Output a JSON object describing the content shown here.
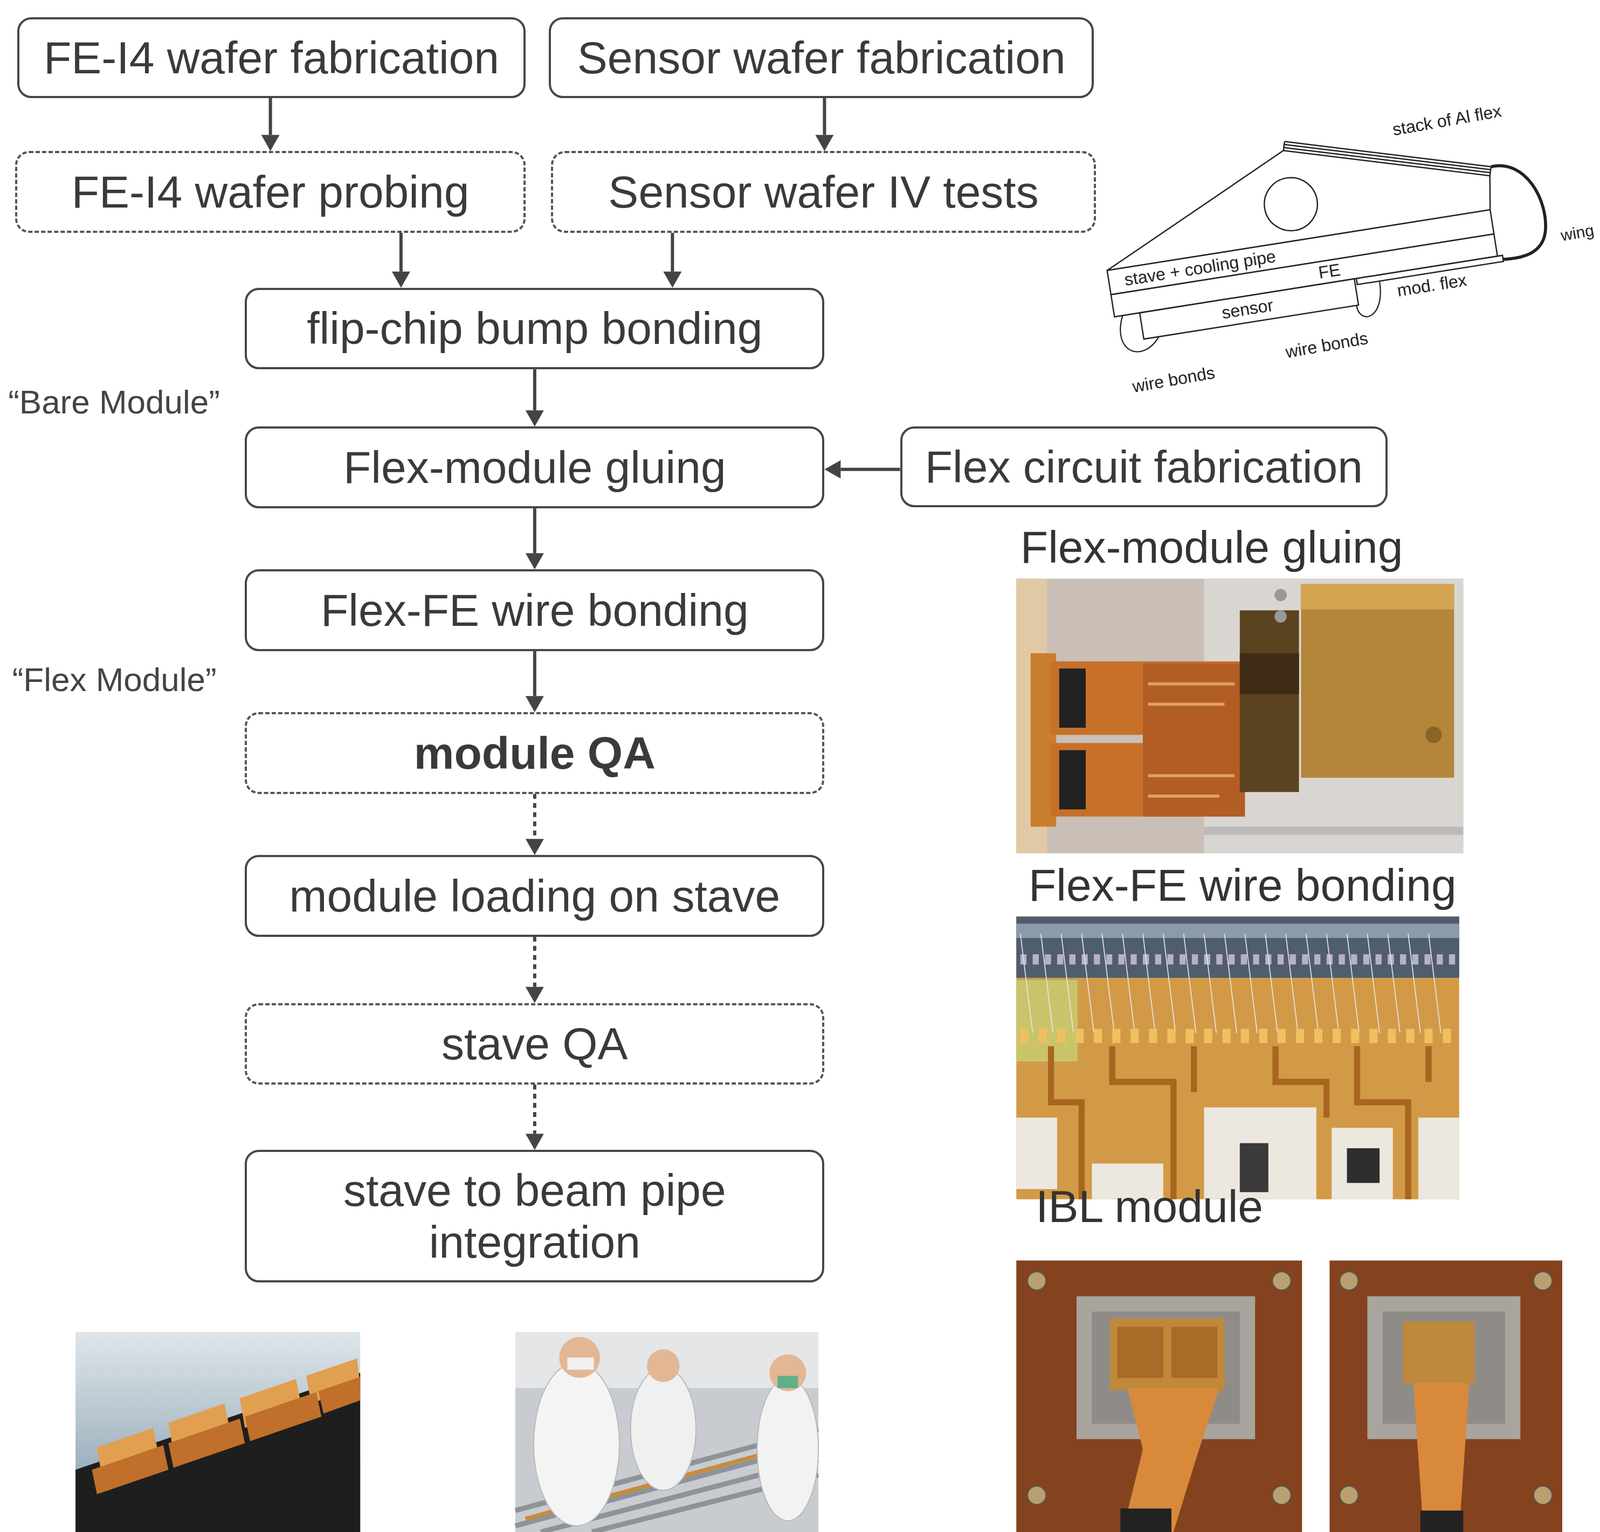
{
  "diagram": {
    "nodes": [
      {
        "text": [
          "FE-I4 wafer fabrication"
        ]
      },
      {
        "text": [
          "Sensor wafer fabrication"
        ]
      },
      {
        "text": [
          "FE-I4 wafer probing"
        ]
      },
      {
        "text": [
          "Sensor wafer IV tests"
        ]
      },
      {
        "text": [
          "flip-chip bump bonding"
        ]
      },
      {
        "text": [
          "Flex-module gluing"
        ]
      },
      {
        "text": [
          "Flex circuit fabrication"
        ]
      },
      {
        "text": [
          "Flex-FE wire bonding"
        ]
      },
      {
        "text": [
          "module QA"
        ]
      },
      {
        "text": [
          "module loading on stave"
        ]
      },
      {
        "text": [
          "stave QA"
        ]
      },
      {
        "text": [
          "stave to beam pipe integration"
        ]
      }
    ],
    "edges": [
      {
        "from": 0,
        "to": 2,
        "arrow": "to"
      },
      {
        "from": 1,
        "to": 3,
        "arrow": "to"
      },
      {
        "from": 2,
        "to": 4,
        "arrow": "to"
      },
      {
        "from": 3,
        "to": 4,
        "arrow": "to"
      },
      {
        "from": 4,
        "to": 5,
        "arrow": "to"
      },
      {
        "from": 6,
        "to": 5,
        "arrow": "to"
      },
      {
        "from": 5,
        "to": 7,
        "arrow": "to"
      },
      {
        "from": 7,
        "to": 8,
        "arrow": "to"
      },
      {
        "from": 8,
        "to": 9,
        "arrow": "to"
      },
      {
        "from": 9,
        "to": 10,
        "arrow": "to"
      },
      {
        "from": 10,
        "to": 11,
        "arrow": "to"
      }
    ],
    "labels": [
      "“Bare Module”",
      "“Flex Module”",
      "stack of Al flex",
      "wing",
      "stave + cooling pipe",
      "FE",
      "sensor",
      "mod. flex",
      "wire bonds",
      "wire bonds",
      "Flex-module gluing",
      "Flex-FE wire bonding",
      "IBL module"
    ]
  }
}
